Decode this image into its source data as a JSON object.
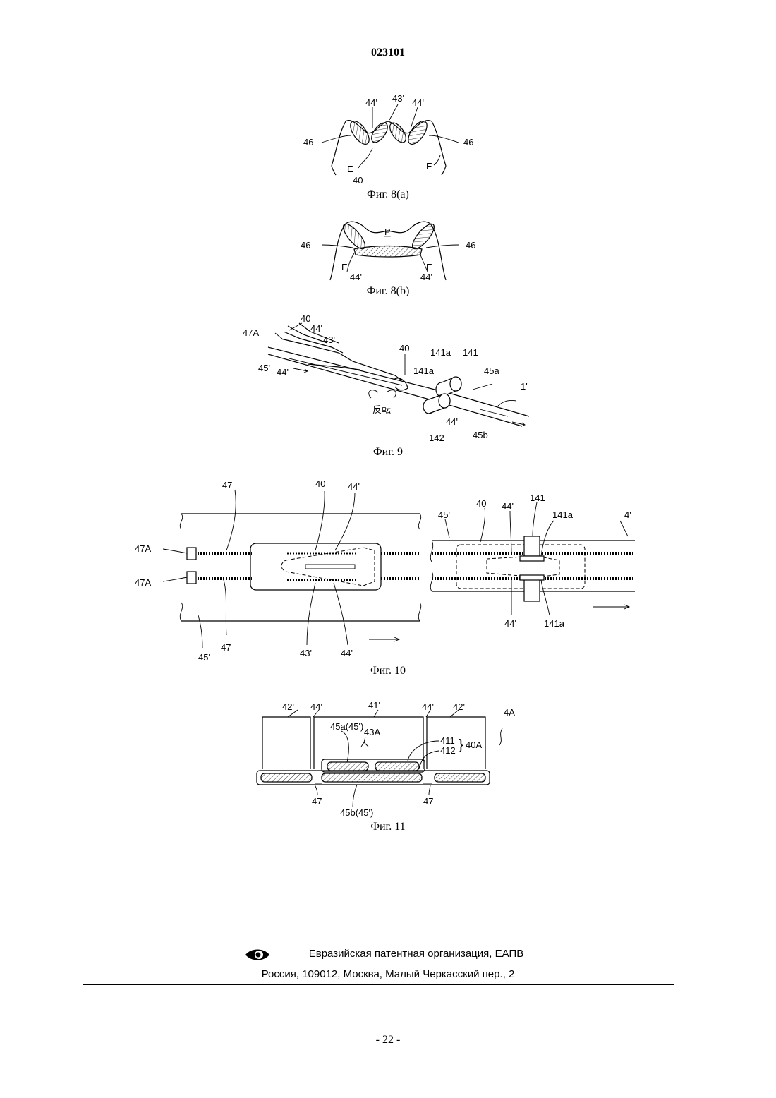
{
  "document": {
    "patent_number": "023101",
    "page_number": "- 22 -"
  },
  "figures": {
    "fig8a": {
      "caption": "Фиг. 8(a)",
      "labels": [
        "44'",
        "43'",
        "44'",
        "46",
        "46",
        "E",
        "E",
        "40"
      ]
    },
    "fig8b": {
      "caption": "Фиг. 8(b)",
      "labels": [
        "P",
        "46",
        "46",
        "E",
        "E",
        "44'",
        "44'"
      ]
    },
    "fig9": {
      "caption": "Фиг. 9",
      "labels": [
        "40",
        "47A",
        "44'",
        "43'",
        "45'",
        "44'",
        "40",
        "141a",
        "141",
        "141a",
        "45a",
        "1'",
        "反転",
        "44'",
        "142",
        "45b"
      ]
    },
    "fig10": {
      "caption": "Фиг. 10",
      "labels": [
        "47",
        "40",
        "44'",
        "47A",
        "47A",
        "47",
        "45'",
        "43'",
        "44'",
        "45'",
        "40",
        "44'",
        "141",
        "141a",
        "4'",
        "44'",
        "141a"
      ]
    },
    "fig11": {
      "caption": "Фиг. 11",
      "labels": [
        "42'",
        "44'",
        "41'",
        "44'",
        "42'",
        "4A",
        "45a(45')",
        "43A",
        "411",
        "412",
        "40A",
        "47",
        "45b(45')",
        "47"
      ]
    }
  },
  "footer": {
    "organization": "Евразийская патентная организация, ЕАПВ",
    "address": "Россия, 109012, Москва, Малый Черкасский пер., 2",
    "logo_icon": "eapo-eye-logo-icon"
  }
}
